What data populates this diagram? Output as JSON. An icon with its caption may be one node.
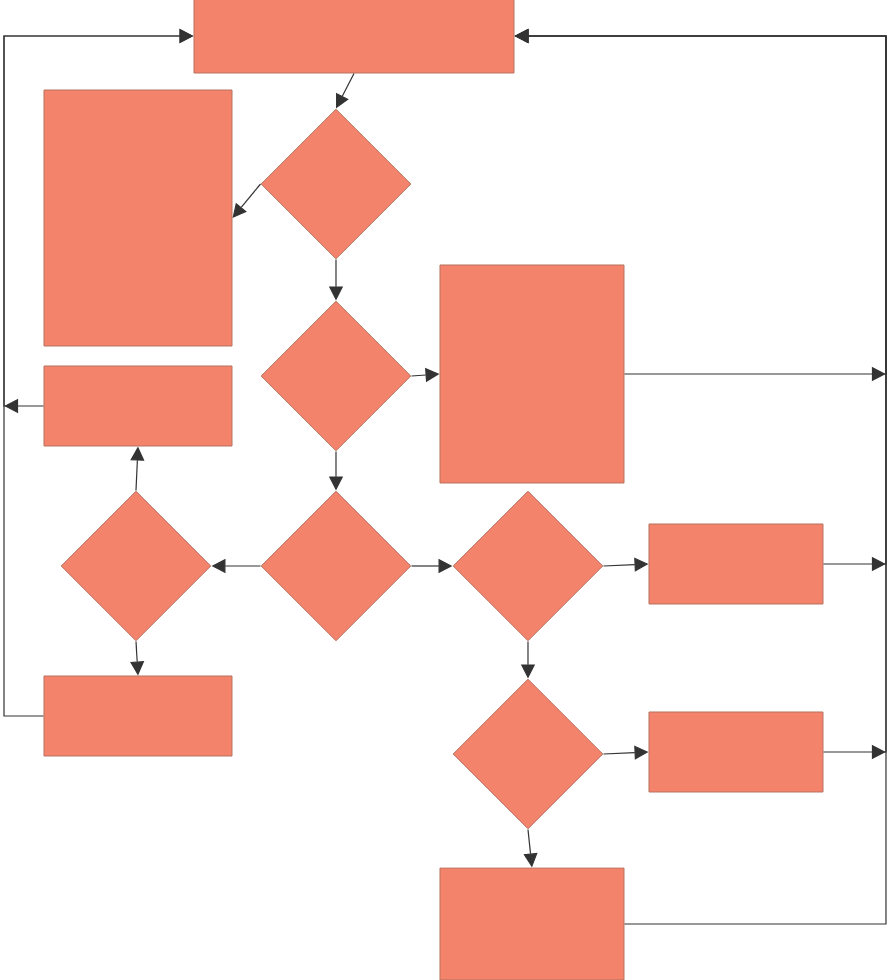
{
  "diagram": {
    "nodes": [
      {
        "text": [],
        "shape": "box"
      },
      {
        "text": [],
        "shape": "box"
      },
      {
        "text": [],
        "shape": "diamond"
      },
      {
        "text": [],
        "shape": "diamond"
      },
      {
        "text": [],
        "shape": "box"
      },
      {
        "text": [],
        "shape": "box"
      },
      {
        "text": [],
        "shape": "diamond"
      },
      {
        "text": [],
        "shape": "diamond"
      },
      {
        "text": [],
        "shape": "diamond"
      },
      {
        "text": [],
        "shape": "box"
      },
      {
        "text": [],
        "shape": "box"
      },
      {
        "text": [],
        "shape": "diamond"
      },
      {
        "text": [],
        "shape": "box"
      },
      {
        "text": [],
        "shape": "box"
      }
    ],
    "edges": [
      {
        "from": 0,
        "to": 2,
        "arrow": "to"
      },
      {
        "from": 2,
        "to": 1,
        "arrow": "to"
      },
      {
        "from": 2,
        "to": 3,
        "arrow": "to"
      },
      {
        "from": 3,
        "to": 4,
        "arrow": "to"
      },
      {
        "from": 3,
        "to": 7,
        "arrow": "to"
      },
      {
        "from": 7,
        "to": 6,
        "arrow": "to"
      },
      {
        "from": 7,
        "to": 8,
        "arrow": "to"
      },
      {
        "from": 6,
        "to": 5,
        "arrow": "to"
      },
      {
        "from": 6,
        "to": 10,
        "arrow": "to"
      },
      {
        "from": 8,
        "to": 9,
        "arrow": "to"
      },
      {
        "from": 8,
        "to": 11,
        "arrow": "to"
      },
      {
        "from": 11,
        "to": 12,
        "arrow": "to"
      },
      {
        "from": 11,
        "to": 13,
        "arrow": "to"
      },
      {
        "from": 5,
        "to": 0,
        "arrow": "to"
      },
      {
        "from": 10,
        "to": 0,
        "arrow": "to"
      },
      {
        "from": 4,
        "to": 0,
        "arrow": "to"
      },
      {
        "from": 9,
        "to": 0,
        "arrow": "to"
      },
      {
        "from": 12,
        "to": 0,
        "arrow": "to"
      },
      {
        "from": 13,
        "to": 0,
        "arrow": "to"
      }
    ]
  }
}
